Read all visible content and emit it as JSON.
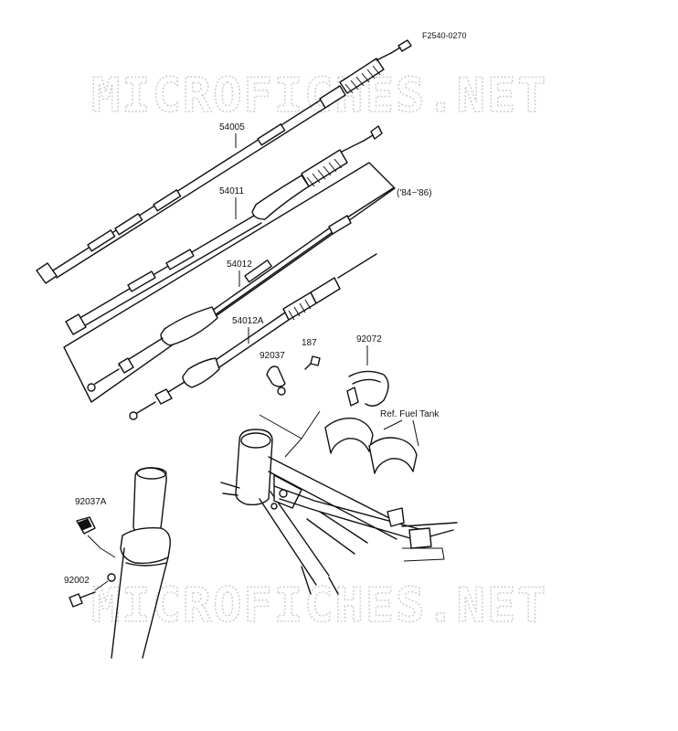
{
  "diagram_code": "F2540-0270",
  "watermark": "MICROFICHES.NET",
  "parts": {
    "p54005": "54005",
    "p54011": "54011",
    "p54012": "54012",
    "p54012a": "54012A",
    "p92037": "92037",
    "p187": "187",
    "p92072": "92072",
    "p92037a": "92037A",
    "p92002": "92002"
  },
  "notes": {
    "years": "('84~'86)",
    "ref_fuel_tank": "Ref. Fuel Tank"
  }
}
